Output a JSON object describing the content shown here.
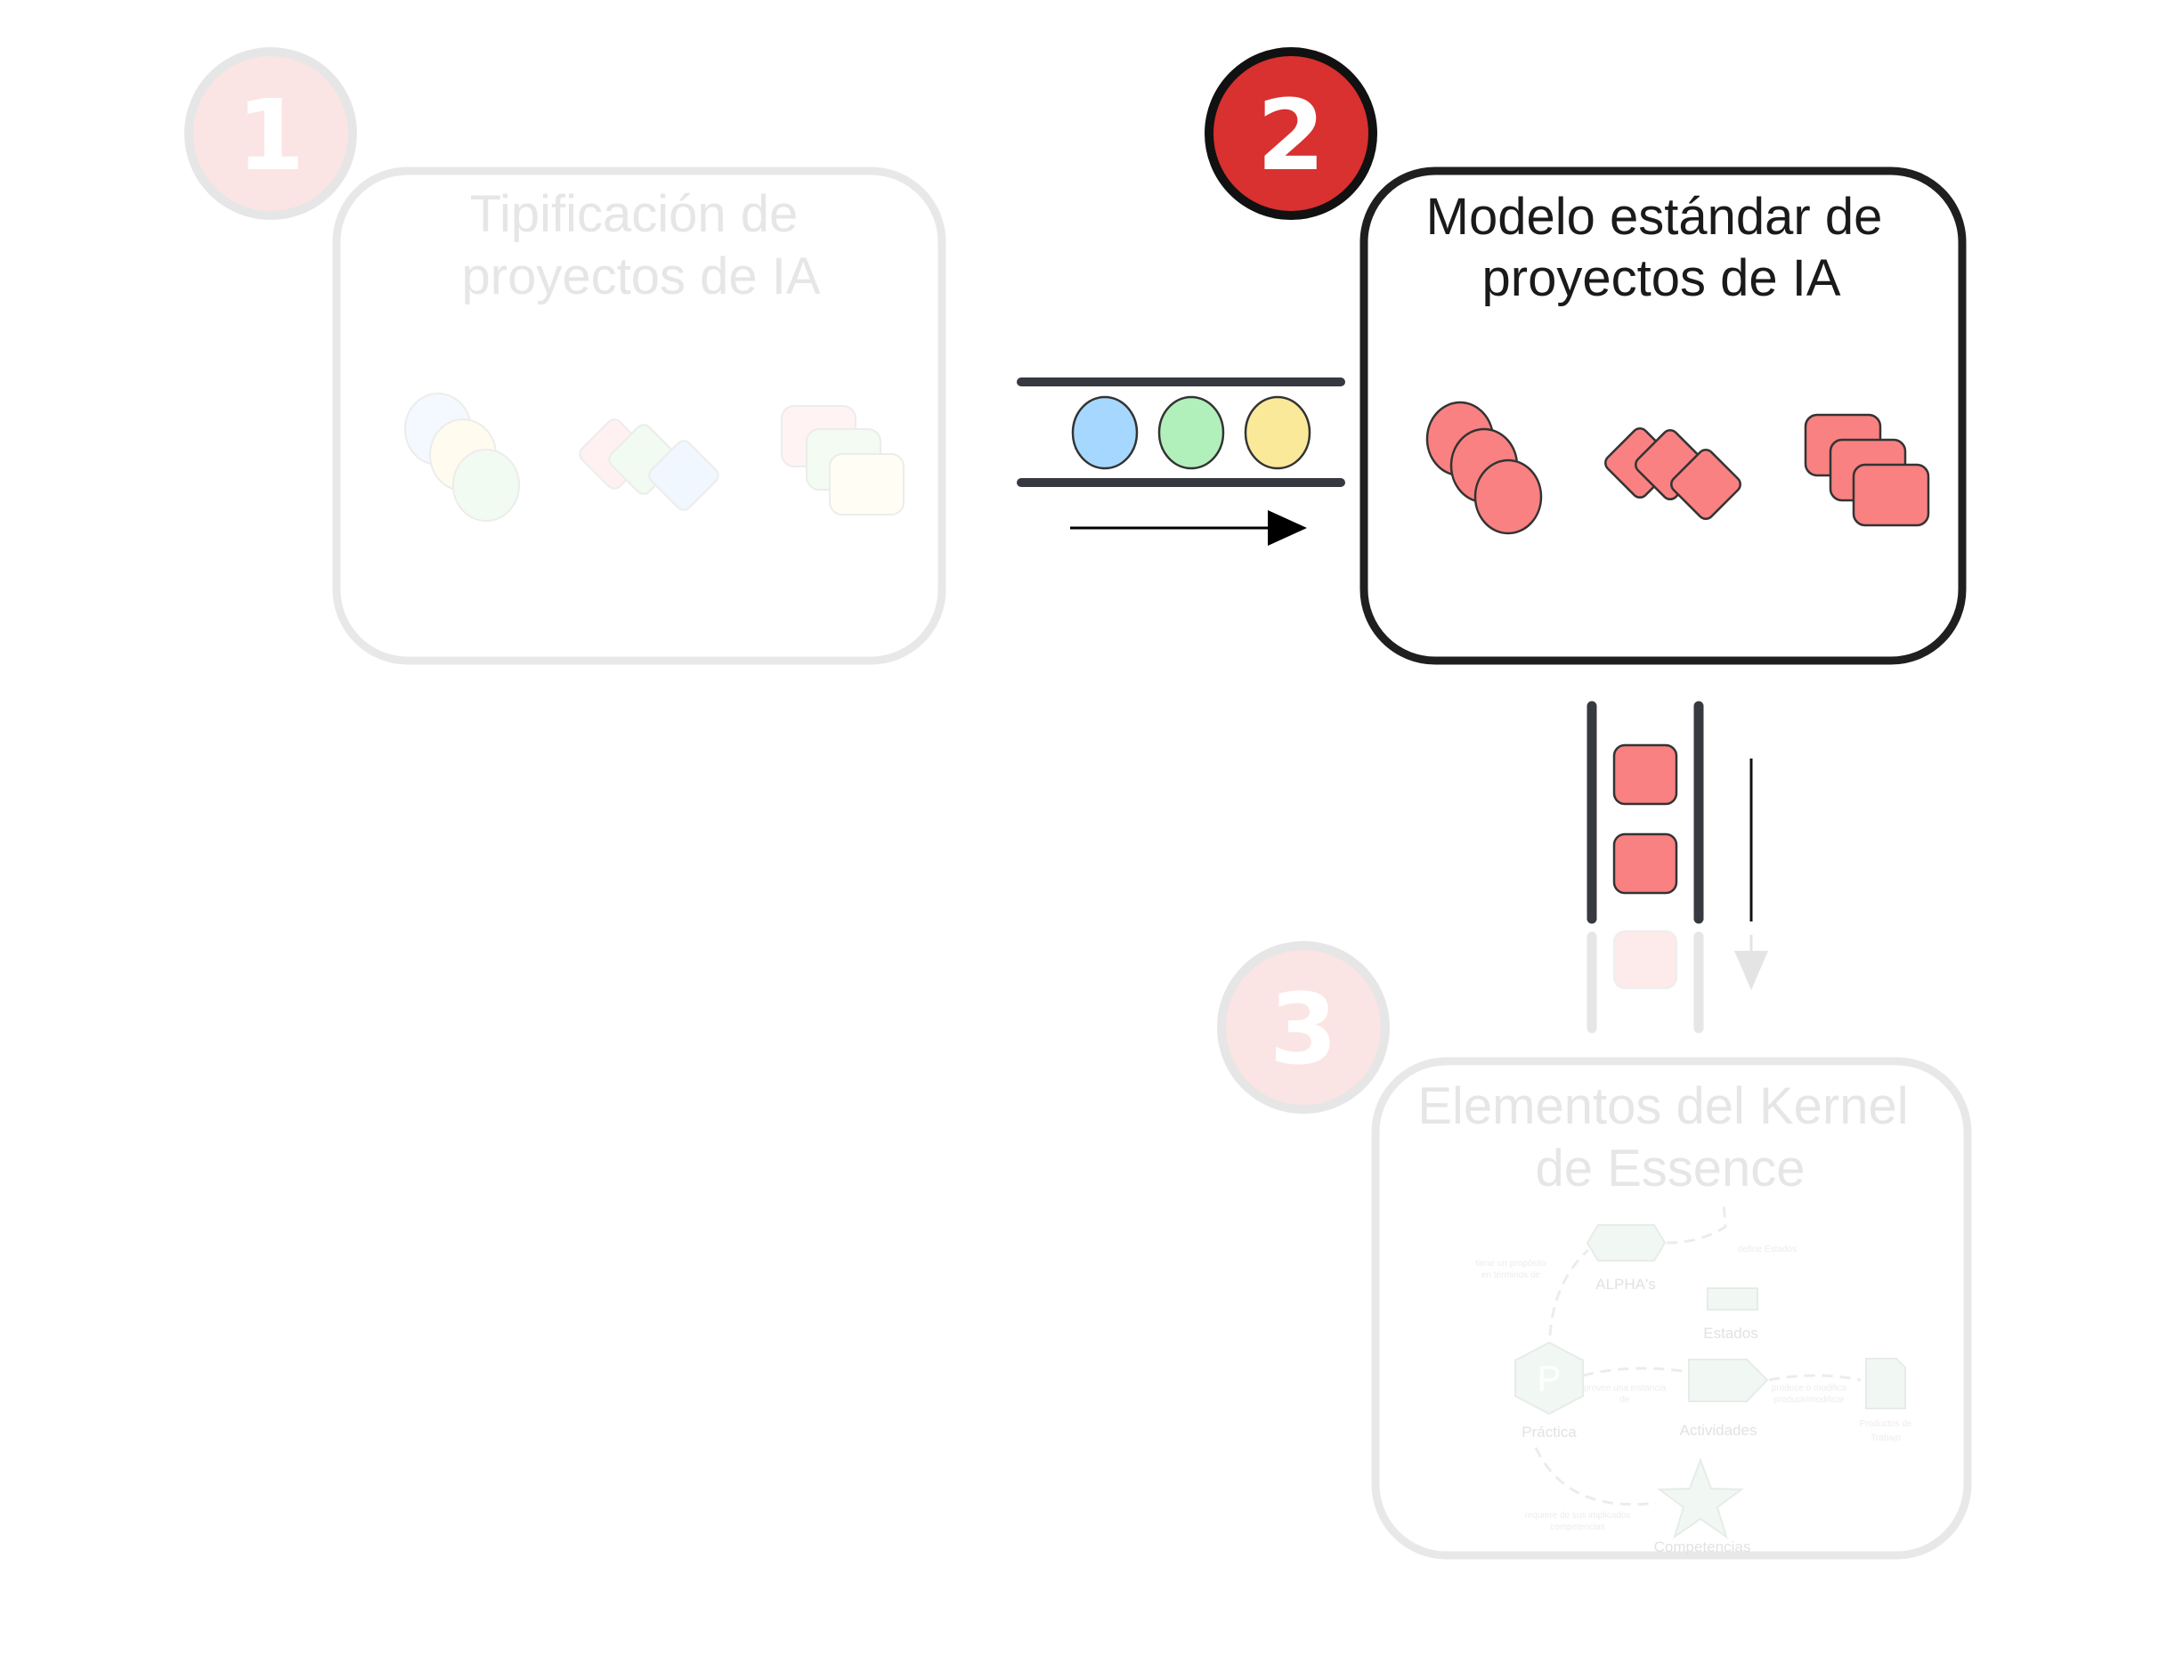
{
  "steps": [
    {
      "number": "1",
      "title_line1": "Tipificación de",
      "title_line2": "proyectos de IA",
      "state": "faded"
    },
    {
      "number": "2",
      "title_line1": "Modelo estándar de",
      "title_line2": "proyectos de IA",
      "state": "active"
    },
    {
      "number": "3",
      "title_line1": "Elementos del Kernel",
      "title_line2": "de Essence",
      "state": "faded"
    }
  ],
  "kernel": {
    "alphas_label": "ALPHA's",
    "estados_label": "Estados",
    "practica_label": "Práctica",
    "practica_glyph": "P",
    "actividades_label": "Actividades",
    "productos_label_line1": "Productos de",
    "productos_label_line2": "Trabajo",
    "competencias_label": "Competencias",
    "edge_alpha_estados": "define Estados",
    "edge_practica_alpha_line1": "tiene un propósito",
    "edge_practica_alpha_line2": "en términos de",
    "edge_practica_actividades_line1": "provee una instancia",
    "edge_practica_actividades_line2": "de",
    "edge_actividades_productos_line1": "produce o modifica",
    "edge_actividades_productos_line2": "producir/modificar",
    "edge_practica_competencias_line1": "requiere de sus implicados",
    "edge_practica_competencias_line2": "competencias"
  },
  "colors": {
    "active_border": "#1f1f1f",
    "faded_border": "#e8e8e8",
    "badge_active": "#d93030",
    "badge_faded": "#fbe4e4",
    "token_red": "#f98181",
    "token_blue": "#a6d8ff",
    "token_green": "#b2f0bb",
    "token_yellow": "#fbe99a",
    "conveyor": "#363a40"
  },
  "icons": [
    "circles-stack-icon",
    "diamonds-stack-icon",
    "rounded-squares-stack-icon",
    "conveyor-right",
    "conveyor-down",
    "arrow-right-icon",
    "arrow-down-icon"
  ]
}
